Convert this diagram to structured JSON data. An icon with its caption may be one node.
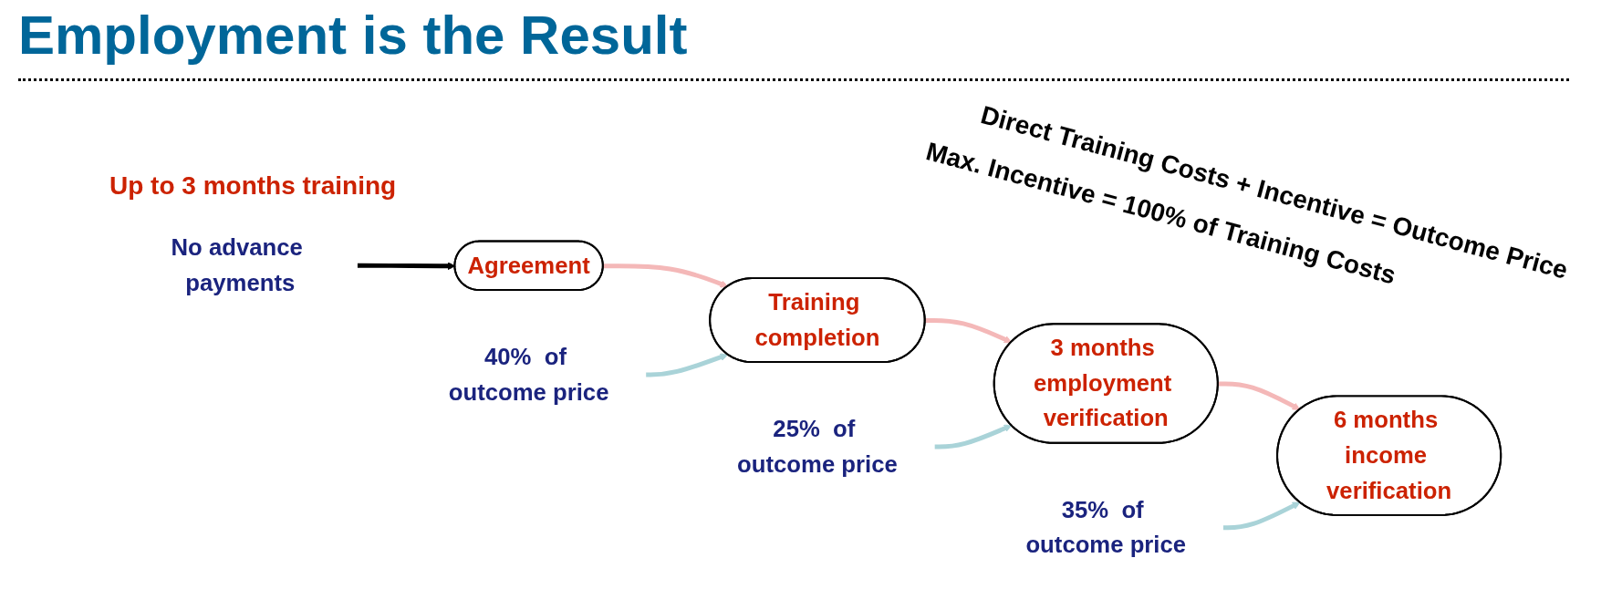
{
  "diagram": {
    "title": "Employment is the Result",
    "nodes": [
      {
        "text": [
          "Agreement"
        ]
      },
      {
        "text": [
          "Training completion"
        ]
      },
      {
        "text": [
          "3 months employment verification"
        ]
      },
      {
        "text": [
          "6 months income verification"
        ]
      },
      {
        "text": [
          "No advance payments"
        ]
      },
      {
        "text": [
          "40%  of outcome price"
        ]
      },
      {
        "text": [
          "25%  of outcome price"
        ]
      },
      {
        "text": [
          "35%  of outcome price"
        ]
      }
    ],
    "edges": [
      {
        "from": 0,
        "to": 1,
        "arrow": "to",
        "color": "#f4b8b8"
      },
      {
        "from": 1,
        "to": 2,
        "arrow": "to",
        "color": "#f4b8b8"
      },
      {
        "from": 2,
        "to": 3,
        "arrow": "to",
        "color": "#f4b8b8"
      },
      {
        "from": 4,
        "to": 0,
        "arrow": "to",
        "color": "#000000"
      },
      {
        "from": 5,
        "to": 1,
        "arrow": "to",
        "color": "#a9d3d8"
      },
      {
        "from": 6,
        "to": 2,
        "arrow": "to",
        "color": "#a9d3d8"
      },
      {
        "from": 7,
        "to": 3,
        "arrow": "to",
        "color": "#a9d3d8"
      }
    ],
    "labels": [
      "Up to 3 months training",
      "Direct Training Costs + Incentive = Outcome Price",
      "Max. Incentive  = 100% of Training Costs"
    ]
  }
}
